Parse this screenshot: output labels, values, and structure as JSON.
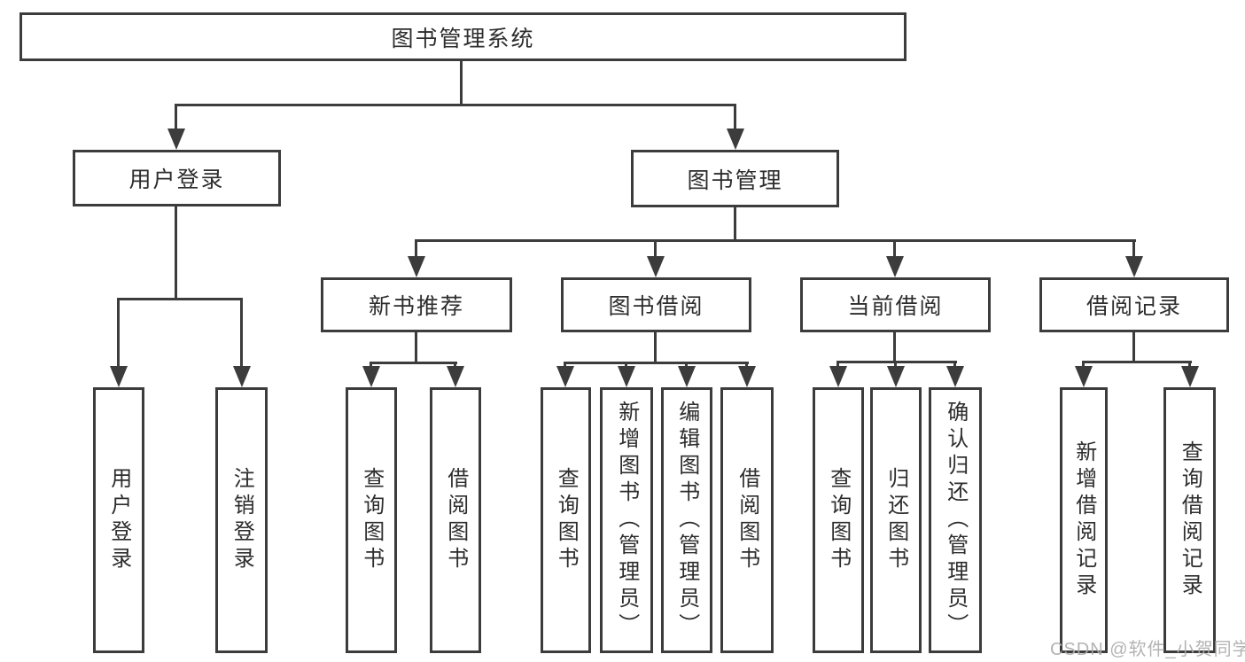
{
  "diagram": {
    "type": "tree",
    "root": {
      "label": "图书管理系统"
    },
    "branches": [
      {
        "label": "用户登录",
        "children": [
          {
            "label": "用户登录"
          },
          {
            "label": "注销登录"
          }
        ]
      },
      {
        "label": "图书管理",
        "children": [
          {
            "label": "新书推荐",
            "children": [
              {
                "label": "查询图书"
              },
              {
                "label": "借阅图书"
              }
            ]
          },
          {
            "label": "图书借阅",
            "children": [
              {
                "label": "查询图书"
              },
              {
                "label": "新增图书（管理员）"
              },
              {
                "label": "编辑图书（管理员）"
              },
              {
                "label": "借阅图书"
              }
            ]
          },
          {
            "label": "当前借阅",
            "children": [
              {
                "label": "查询图书"
              },
              {
                "label": "归还图书"
              },
              {
                "label": "确认归还（管理员）"
              }
            ]
          },
          {
            "label": "借阅记录",
            "children": [
              {
                "label": "新增借阅记录"
              },
              {
                "label": "查询借阅记录"
              }
            ]
          }
        ]
      }
    ],
    "watermark": "CSDN @软件_小贺同学",
    "colors": {
      "line": "#3c3c3c",
      "text": "#2d2d2d",
      "background": "#ffffff",
      "watermark": "#acacac"
    }
  }
}
